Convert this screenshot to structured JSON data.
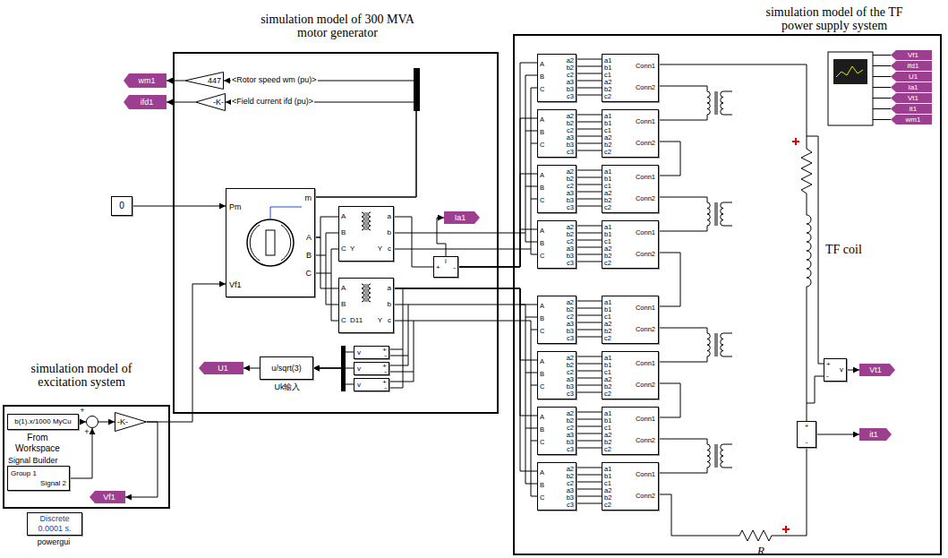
{
  "diagram": {
    "nodes": [
      {
        "text": [
          "simulation model of excitation system"
        ]
      },
      {
        "text": [
          "b(1).x/1000 MyCu",
          "From Workspace"
        ],
        "in": 0
      },
      {
        "text": [
          "+",
          "+"
        ],
        "in": 0
      },
      {
        "text": [
          "-K-"
        ],
        "in": 0
      },
      {
        "text": [
          "Signal Builder",
          "Group 1",
          "Signal 2"
        ],
        "in": 0
      },
      {
        "text": [
          "Vf1"
        ],
        "in": 0
      },
      {
        "text": [
          "0"
        ]
      },
      {
        "text": [
          "simulation model of 300 MVA motor generator"
        ]
      },
      {
        "text": [
          "wm1"
        ]
      },
      {
        "text": [
          "447"
        ],
        "in": 7
      },
      {
        "text": [
          "ifd1"
        ]
      },
      {
        "text": [
          "-K-"
        ],
        "in": 7
      },
      {
        "text": [
          "Pm",
          "Vf1",
          "m",
          "A",
          "B",
          "C"
        ],
        "in": 7
      },
      {
        "text": [
          "A",
          "B",
          "C",
          "Y",
          "a",
          "b",
          "c",
          "Y"
        ],
        "in": 7
      },
      {
        "text": [
          "A",
          "B",
          "C",
          "D11",
          "a",
          "b",
          "c",
          "Y"
        ],
        "in": 7
      },
      {
        "text": [
          "Ia1"
        ],
        "in": 7
      },
      {
        "text": [
          "+",
          "i",
          "-"
        ],
        "in": 7
      },
      {
        "text": [
          "v",
          "+",
          "-"
        ],
        "in": 7
      },
      {
        "text": [
          "v",
          "+",
          "-"
        ],
        "in": 7
      },
      {
        "text": [
          "v",
          "+",
          "-"
        ],
        "in": 7
      },
      {
        "text": [
          "u/sqrt(3)",
          "Uk输入"
        ],
        "in": 7
      },
      {
        "text": [
          "U1"
        ],
        "in": 7
      },
      {
        "text": [
          "Discrete 0.0001 s.",
          "powergui"
        ]
      },
      {
        "text": [
          "simulation model of the TF power supply system"
        ]
      },
      {
        "text": [
          "A",
          "B",
          "C",
          "a2",
          "b2",
          "c2",
          "a3",
          "b3",
          "c3"
        ],
        "in": 23
      },
      {
        "text": [
          "a1",
          "b1",
          "c1",
          "a2",
          "b2",
          "c2",
          "Conn1",
          "Conn2"
        ],
        "in": 23
      },
      {
        "text": [
          "A",
          "B",
          "C",
          "a2",
          "b2",
          "c2",
          "a3",
          "b3",
          "c3"
        ],
        "in": 23
      },
      {
        "text": [
          "a1",
          "b1",
          "c1",
          "a2",
          "b2",
          "c2",
          "Conn1",
          "Conn2"
        ],
        "in": 23
      },
      {
        "text": [
          "A",
          "B",
          "C",
          "a2",
          "b2",
          "c2",
          "a3",
          "b3",
          "c3"
        ],
        "in": 23
      },
      {
        "text": [
          "a1",
          "b1",
          "c1",
          "a2",
          "b2",
          "c2",
          "Conn1",
          "Conn2"
        ],
        "in": 23
      },
      {
        "text": [
          "A",
          "B",
          "C",
          "a2",
          "b2",
          "c2",
          "a3",
          "b3",
          "c3"
        ],
        "in": 23
      },
      {
        "text": [
          "a1",
          "b1",
          "c1",
          "a2",
          "b2",
          "c2",
          "Conn1",
          "Conn2"
        ],
        "in": 23
      },
      {
        "text": [
          "A",
          "B",
          "C",
          "a2",
          "b2",
          "c2",
          "a3",
          "b3",
          "c3"
        ],
        "in": 23
      },
      {
        "text": [
          "a1",
          "b1",
          "c1",
          "a2",
          "b2",
          "c2",
          "Conn1",
          "Conn2"
        ],
        "in": 23
      },
      {
        "text": [
          "A",
          "B",
          "C",
          "a2",
          "b2",
          "c2",
          "a3",
          "b3",
          "c3"
        ],
        "in": 23
      },
      {
        "text": [
          "a1",
          "b1",
          "c1",
          "a2",
          "b2",
          "c2",
          "Conn1",
          "Conn2"
        ],
        "in": 23
      },
      {
        "text": [
          "A",
          "B",
          "C",
          "a2",
          "b2",
          "c2",
          "a3",
          "b3",
          "c3"
        ],
        "in": 23
      },
      {
        "text": [
          "a1",
          "b1",
          "c1",
          "a2",
          "b2",
          "c2",
          "Conn1",
          "Conn2"
        ],
        "in": 23
      },
      {
        "text": [
          "A",
          "B",
          "C",
          "a2",
          "b2",
          "c2",
          "a3",
          "b3",
          "c3"
        ],
        "in": 23
      },
      {
        "text": [
          "a1",
          "b1",
          "c1",
          "a2",
          "b2",
          "c2",
          "Conn1",
          "Conn2"
        ],
        "in": 23
      },
      {
        "text": [
          "Vf1"
        ],
        "in": 23
      },
      {
        "text": [
          "ifd1"
        ],
        "in": 23
      },
      {
        "text": [
          "U1"
        ],
        "in": 23
      },
      {
        "text": [
          "Ia1"
        ],
        "in": 23
      },
      {
        "text": [
          "Vt1"
        ],
        "in": 23
      },
      {
        "text": [
          "it1"
        ],
        "in": 23
      },
      {
        "text": [
          "wm1"
        ],
        "in": 23
      },
      {
        "text": [
          "+",
          "-",
          "v"
        ],
        "in": 23
      },
      {
        "text": [
          "Vt1"
        ],
        "in": 23
      },
      {
        "text": [
          "+",
          "-"
        ],
        "in": 23
      },
      {
        "text": [
          "it1"
        ],
        "in": 23
      }
    ],
    "edges": [
      {
        "from": 1,
        "to": 2,
        "arrow": "to"
      },
      {
        "from": 4,
        "to": 2,
        "arrow": "to"
      },
      {
        "from": 2,
        "to": 3,
        "arrow": "to"
      },
      {
        "from": 3,
        "to": 12,
        "arrow": "to"
      },
      {
        "from": 3,
        "to": 5,
        "arrow": "to"
      },
      {
        "from": 6,
        "to": 12,
        "arrow": "to"
      },
      {
        "from": 12,
        "to": 9,
        "arrow": "to"
      },
      {
        "from": 12,
        "to": 11,
        "arrow": "to"
      },
      {
        "from": 9,
        "to": 8,
        "arrow": "to"
      },
      {
        "from": 11,
        "to": 10,
        "arrow": "to"
      },
      {
        "from": 12,
        "to": 13,
        "arrow": "none"
      },
      {
        "from": 12,
        "to": 14,
        "arrow": "none"
      },
      {
        "from": 13,
        "to": 16,
        "arrow": "none"
      },
      {
        "from": 16,
        "to": 15,
        "arrow": "to"
      },
      {
        "from": 17,
        "to": 20,
        "arrow": "to"
      },
      {
        "from": 18,
        "to": 20,
        "arrow": "to"
      },
      {
        "from": 19,
        "to": 20,
        "arrow": "to"
      },
      {
        "from": 20,
        "to": 21,
        "arrow": "to"
      },
      {
        "from": 16,
        "to": 24,
        "arrow": "none"
      },
      {
        "from": 16,
        "to": 26,
        "arrow": "none"
      },
      {
        "from": 16,
        "to": 28,
        "arrow": "none"
      },
      {
        "from": 16,
        "to": 30,
        "arrow": "none"
      },
      {
        "from": 14,
        "to": 32,
        "arrow": "none"
      },
      {
        "from": 14,
        "to": 34,
        "arrow": "none"
      },
      {
        "from": 14,
        "to": 36,
        "arrow": "none"
      },
      {
        "from": 14,
        "to": 38,
        "arrow": "none"
      },
      {
        "from": 24,
        "to": 25,
        "arrow": "none"
      },
      {
        "from": 26,
        "to": 27,
        "arrow": "none"
      },
      {
        "from": 28,
        "to": 29,
        "arrow": "none"
      },
      {
        "from": 30,
        "to": 31,
        "arrow": "none"
      },
      {
        "from": 32,
        "to": 33,
        "arrow": "none"
      },
      {
        "from": 34,
        "to": 35,
        "arrow": "none"
      },
      {
        "from": 36,
        "to": 37,
        "arrow": "none"
      },
      {
        "from": 38,
        "to": 39,
        "arrow": "none"
      },
      {
        "from": 47,
        "to": 48,
        "arrow": "to"
      },
      {
        "from": 49,
        "to": 50,
        "arrow": "to"
      }
    ],
    "labels": [
      "<Rotor speed wm (pu)>",
      "<Field current ifd (pu)>",
      "TF coil",
      "R"
    ]
  }
}
